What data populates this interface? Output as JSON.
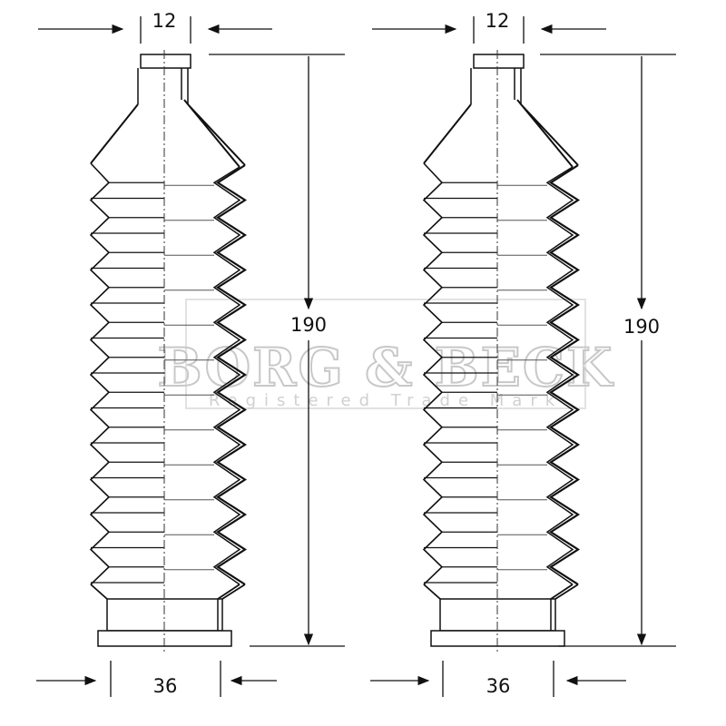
{
  "drawing": {
    "parts": [
      {
        "top_diameter": "12",
        "length": "190",
        "bottom_diameter": "36"
      },
      {
        "top_diameter": "12",
        "length": "190",
        "bottom_diameter": "36"
      }
    ],
    "watermark": {
      "brand": "BORG & BECK",
      "subtitle": "Registered Trade Mark"
    }
  }
}
